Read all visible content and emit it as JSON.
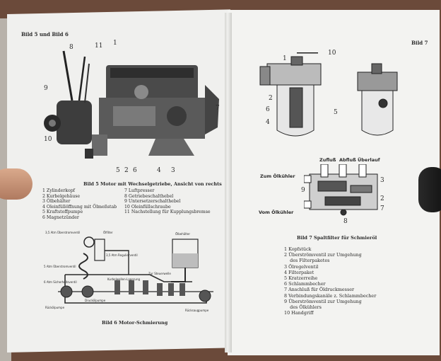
{
  "left_page": {
    "header": "Bild 5 und Bild 6",
    "fig5": {
      "callouts": [
        "8",
        "11",
        "1",
        "9",
        "10",
        "7",
        "5",
        "2",
        "6",
        "4",
        "3"
      ],
      "caption": "Bild 5   Motor mit Wechselgetriebe, Ansicht von rechts",
      "legend_left": [
        "1  Zylinderkopf",
        "2  Kurbelgehäuse",
        "3  Ölbehälter",
        "4  Oleinfüllöffnung mit Ölmeßstab",
        "5  Kraftstoffpumpe",
        "6  Magnetzünder"
      ],
      "legend_right": [
        "7  Luftpresser",
        "8  Getriebeschalthebel",
        "9  Untersetzerschalthebel",
        "10  Oleinfüllschraube",
        "11  Nachstellung für Kupplungsbremse"
      ]
    },
    "fig6": {
      "labels": [
        "3,5 Atm Überstromventil",
        "Ölfilter",
        "Ölbehälter",
        "3,5 Atm Regulierventil",
        "5 Atm Überstromventil",
        "Zur Steuerwelle",
        "Kurbelwellen-Lagerung",
        "6 Atm Sicherheitsventil",
        "Druckölpumpe",
        "Rückölpumpe",
        "Rücksaugpumpe"
      ],
      "caption": "Bild 6   Motor-Schmierung"
    }
  },
  "right_page": {
    "header": "Bild 7",
    "fig7": {
      "callouts": [
        "10",
        "1",
        "2",
        "6",
        "5",
        "4",
        "3",
        "2",
        "7",
        "9",
        "8"
      ],
      "flow_labels": [
        "Zufluß",
        "Abfluß",
        "Überlauf"
      ],
      "side_labels": [
        "Zum Ölkühler",
        "Vom Ölkühler"
      ],
      "caption": "Bild 7   Spaltfilter für Schmieröl",
      "legend": [
        "1  Kopfstück",
        "2  Überströmventil zur Umgehung",
        "    des Filterpaketes",
        "3  Ölregelventil",
        "4  Filterpaket",
        "5  Kratzerreihe",
        "6  Schlammbecher",
        "7  Anschluß für Öldruckmesser",
        "8  Verbindungskanäle z. Schlammbecher",
        "9  Überströmventil zur Umgehung",
        "    des Ölkühlers",
        "10  Handgriff"
      ]
    }
  }
}
